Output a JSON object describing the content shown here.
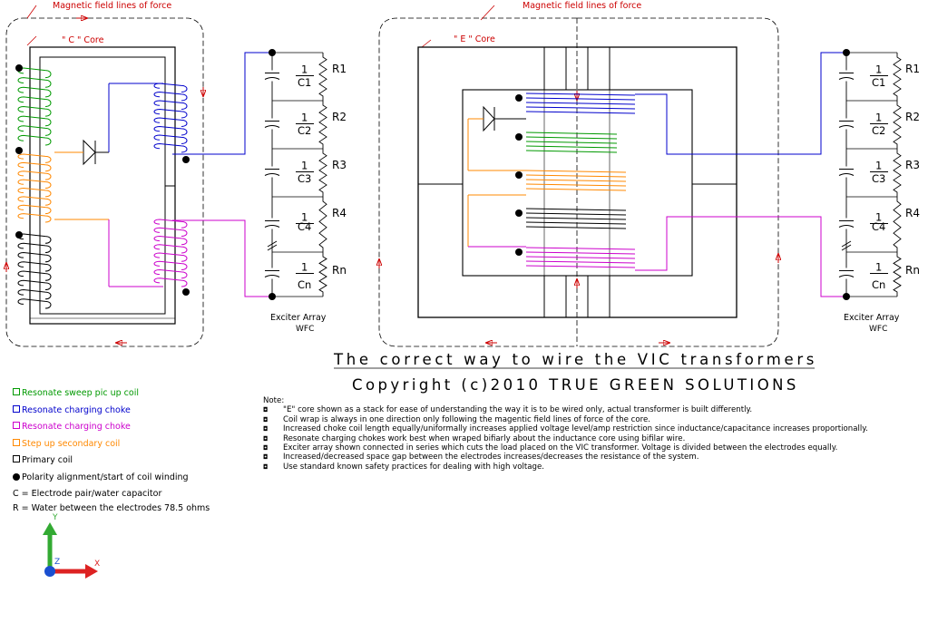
{
  "labels": {
    "field_lines_left": "Magnetic field lines of force",
    "field_lines_right": "Magnetic field lines of force",
    "c_core": "\" C \" Core",
    "e_core": "\" E \" Core",
    "resistors_left": [
      "R1",
      "R2",
      "R3",
      "R4",
      "Rn"
    ],
    "capacitors_left": [
      "C1",
      "C2",
      "C3",
      "C4",
      "Cn"
    ],
    "resistors_right": [
      "R1",
      "R2",
      "R3",
      "R4",
      "Rn"
    ],
    "capacitors_right": [
      "C1",
      "C2",
      "C3",
      "C4",
      "Cn"
    ],
    "cap_numerator": "1",
    "exciter_array": "Exciter Array",
    "wfc": "WFC"
  },
  "title": {
    "line1": "The correct way to wire the VIC transformers",
    "line2": "Copyright (c)2010 TRUE GREEN SOLUTIONS"
  },
  "legend": [
    {
      "text": "Resonate sweep pic up coil",
      "color": "#009900",
      "kind": "box"
    },
    {
      "text": "Resonate charging choke",
      "color": "#0000cc",
      "kind": "box"
    },
    {
      "text": "Resonate charging choke",
      "color": "#cc00cc",
      "kind": "box"
    },
    {
      "text": "Step up secondary coil",
      "color": "#ff8800",
      "kind": "box"
    },
    {
      "text": "Primary coil",
      "color": "#000000",
      "kind": "box"
    },
    {
      "text": "Polarity alignment/start of coil winding",
      "color": "#000000",
      "kind": "dot"
    },
    {
      "text": "C = Electrode pair/water capacitor",
      "color": "#000000",
      "kind": "text"
    },
    {
      "text": "R = Water between the electrodes 78.5 ohms",
      "color": "#000000",
      "kind": "text"
    }
  ],
  "notes": {
    "heading": "Note:",
    "items": [
      "\"E\" core shown as a stack for ease of understanding the way it is to be wired only, actual transformer is built differently.",
      "Coil wrap is always in one direction only following the magentic field lines of force of the core.",
      "Increased choke coil length equally/uniformally increases applied voltage level/amp restriction since inductance/capacitance increases proportionally.",
      "Resonate charging chokes work best when wraped bifiarly about the inductance core using bifilar wire.",
      "Exciter array shown connected in series which cuts the load placed on the VIC transformer. Voltage is divided between the electrodes equally.",
      "Increased/decreased space gap between the electrodes increases/decreases the resistance of the system.",
      "Use standard known safety practices for dealing with high voltage."
    ]
  },
  "axes": {
    "y": "Y",
    "x": "X",
    "z": "Z"
  },
  "colors": {
    "green": "#009900",
    "blue": "#0000cc",
    "magenta": "#cc00cc",
    "orange": "#ff8800",
    "black": "#000000",
    "red": "#cc0000"
  }
}
